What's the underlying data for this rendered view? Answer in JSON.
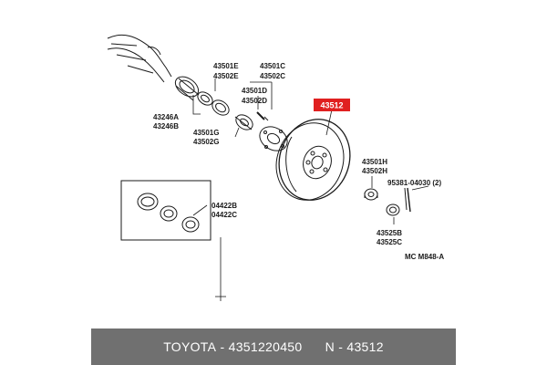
{
  "diagram": {
    "labels": {
      "p43501E": "43501E",
      "p43502E": "43502E",
      "p43501C": "43501C",
      "p43502C": "43502C",
      "p43501D": "43501D",
      "p43502D": "43502D",
      "p43246A": "43246A",
      "p43246B": "43246B",
      "p43501G": "43501G",
      "p43502G": "43502G",
      "p04422B": "04422B",
      "p04422C": "04422C",
      "p43501H": "43501H",
      "p43502H": "43502H",
      "p95381": "95381-04030 (2)",
      "p43525B": "43525B",
      "p43525C": "43525C",
      "mc": "MC M848-A"
    },
    "highlight": {
      "label": "43512",
      "color": "#e02020"
    }
  },
  "footer": {
    "brand": "TOYOTA",
    "part_number": "4351220450",
    "ref": "N - 43512"
  }
}
